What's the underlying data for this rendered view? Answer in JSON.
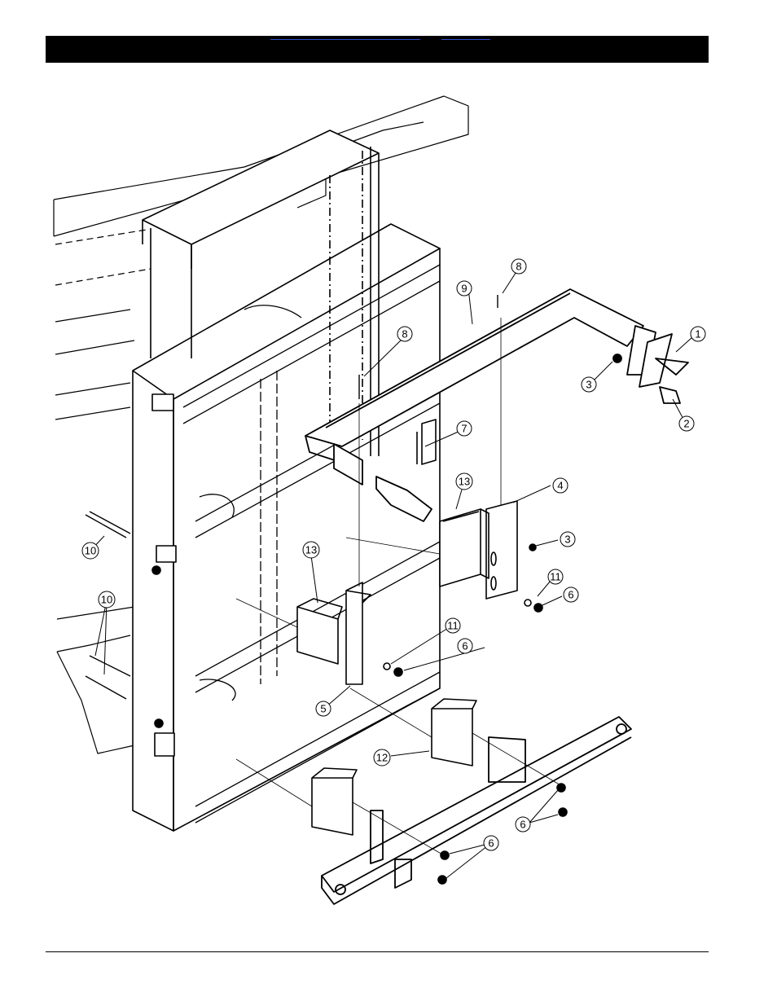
{
  "header": {
    "link_color": "#2f4fd0"
  },
  "callouts": [
    {
      "label": "1"
    },
    {
      "label": "2"
    },
    {
      "label": "3"
    },
    {
      "label": "3"
    },
    {
      "label": "4"
    },
    {
      "label": "5"
    },
    {
      "label": "6"
    },
    {
      "label": "6"
    },
    {
      "label": "6"
    },
    {
      "label": "6"
    },
    {
      "label": "7"
    },
    {
      "label": "8"
    },
    {
      "label": "8"
    },
    {
      "label": "9"
    },
    {
      "label": "10"
    },
    {
      "label": "10"
    },
    {
      "label": "11"
    },
    {
      "label": "11"
    },
    {
      "label": "12"
    },
    {
      "label": "13"
    },
    {
      "label": "13"
    }
  ]
}
